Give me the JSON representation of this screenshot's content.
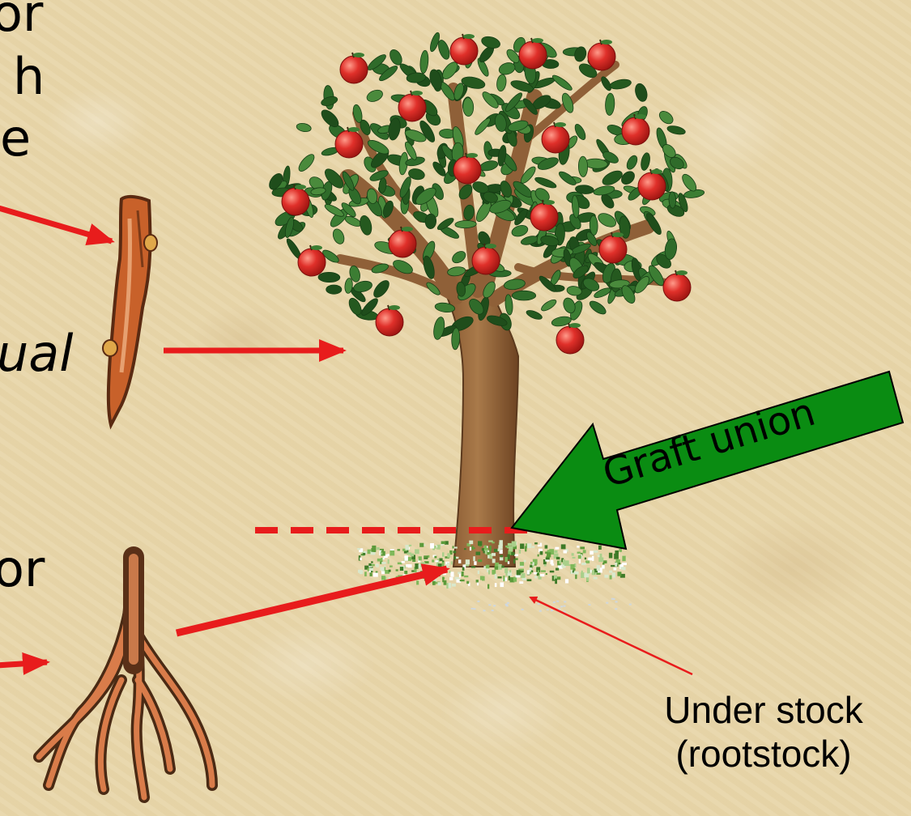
{
  "text_fragments": {
    "line1": "or",
    "line2": "h",
    "line3": "e",
    "line4": "ual",
    "line5": "or"
  },
  "labels": {
    "graft_union": "Graft union",
    "under_stock": "Under stock",
    "rootstock": "(rootstock)"
  },
  "colors": {
    "background": "#e8d6aa",
    "arrow_red": "#e81c1c",
    "graft_arrow_green": "#0a8c12",
    "leaf_green": "#2f6b2a",
    "apple_red": "#d8281e",
    "trunk_brown": "#9c6a3c",
    "scion_orange": "#c8612a"
  }
}
